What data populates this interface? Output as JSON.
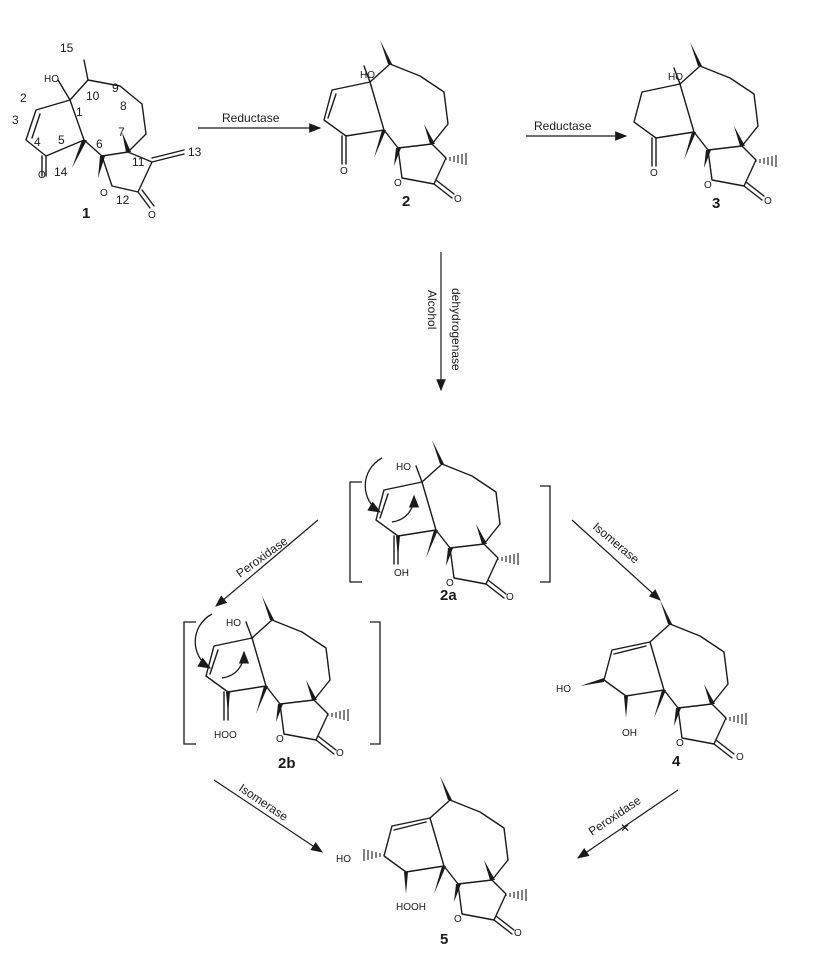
{
  "compounds": {
    "c1": "1",
    "c2": "2",
    "c3": "3",
    "c2a": "2a",
    "c2b": "2b",
    "c4": "4",
    "c5": "5"
  },
  "atom_numbers": {
    "n1": "1",
    "n2": "2",
    "n3": "3",
    "n4": "4",
    "n5": "5",
    "n6": "6",
    "n7": "7",
    "n8": "8",
    "n9": "9",
    "n10": "10",
    "n11": "11",
    "n12": "12",
    "n13": "13",
    "n14": "14",
    "n15": "15"
  },
  "atom_labels": {
    "ho": "HO",
    "o": "O",
    "oh": "OH",
    "hoo": "HOO",
    "hooh": "HOOH",
    "hol": "HO"
  },
  "enzymes": {
    "reductase_1": "Reductase",
    "reductase_2": "Reductase",
    "alcohol": "Alcohol",
    "dehydrogenase": "dehydrogenase",
    "peroxidase_1": "Peroxidase",
    "isomerase_1": "Isomerase",
    "isomerase_2": "Isomerase",
    "peroxidase_2": "Peroxidase",
    "blocked_mark": "✕"
  }
}
